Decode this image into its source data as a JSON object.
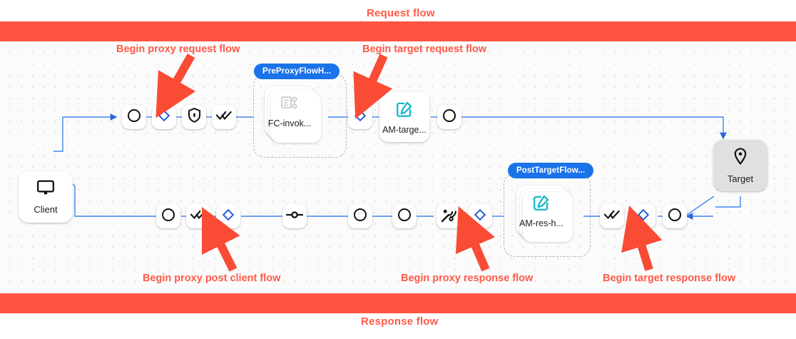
{
  "banners": {
    "request": {
      "label": "Request flow",
      "color": "#ff5a47"
    },
    "response": {
      "label": "Response flow",
      "color": "#ff5a47"
    }
  },
  "annotations": [
    {
      "id": "begin-proxy-request-flow",
      "label": "Begin proxy request flow"
    },
    {
      "id": "begin-target-request-flow",
      "label": "Begin target request flow"
    },
    {
      "id": "begin-proxy-post-client-flow",
      "label": "Begin proxy post client flow"
    },
    {
      "id": "begin-proxy-response-flow",
      "label": "Begin proxy response flow"
    },
    {
      "id": "begin-target-response-flow",
      "label": "Begin target response flow"
    }
  ],
  "endpoints": {
    "client": {
      "label": "Client",
      "icon": "monitor-icon"
    },
    "target": {
      "label": "Target",
      "icon": "location-pin-icon"
    }
  },
  "flow_groups": [
    {
      "id": "preproxyflowhook",
      "badge": "PreProxyFlowH...",
      "badge_color": "#1a73e8"
    },
    {
      "id": "posttargetflowhook",
      "badge": "PostTargetFlow...",
      "badge_color": "#1a73e8"
    }
  ],
  "request_row": {
    "steps": [
      {
        "id": "req-start",
        "icon": "circle-icon"
      },
      {
        "id": "req-proxy-flow-start",
        "icon": "blue-diamond-icon"
      },
      {
        "id": "req-security",
        "icon": "shield-lock-icon"
      },
      {
        "id": "req-verify",
        "icon": "double-check-icon"
      }
    ],
    "preproxy_policy": {
      "label": "FC-invok...",
      "icon": "flow-callout-icon"
    },
    "after_group": [
      {
        "id": "req-target-flow-start",
        "icon": "blue-diamond-icon"
      }
    ],
    "target_policy": {
      "label": "AM-targe...",
      "icon": "assign-message-icon",
      "icon_color": "#14b8c8"
    },
    "tail": [
      {
        "id": "req-target-end",
        "icon": "circle-icon"
      }
    ]
  },
  "response_row": {
    "left_steps": [
      {
        "id": "res-client-end",
        "icon": "circle-icon"
      },
      {
        "id": "res-verify",
        "icon": "double-check-icon"
      },
      {
        "id": "res-post-client-flow-start",
        "icon": "blue-diamond-icon"
      }
    ],
    "mid_steps": [
      {
        "id": "res-connector",
        "icon": "link-node-icon"
      },
      {
        "id": "res-circle-a",
        "icon": "circle-icon"
      },
      {
        "id": "res-circle-b",
        "icon": "circle-icon"
      },
      {
        "id": "res-broadcast",
        "icon": "broadcast-icon"
      },
      {
        "id": "res-proxy-flow-start",
        "icon": "blue-diamond-icon"
      }
    ],
    "posttarget_policy": {
      "label": "AM-res-h...",
      "icon": "assign-message-icon",
      "icon_color": "#14b8c8"
    },
    "right_steps": [
      {
        "id": "res-target-verify",
        "icon": "double-check-icon"
      },
      {
        "id": "res-target-flow-start",
        "icon": "blue-diamond-icon"
      },
      {
        "id": "res-target-start",
        "icon": "circle-icon"
      }
    ]
  },
  "colors": {
    "accent_red": "#ff5441",
    "edge_blue": "#4285f4",
    "diamond_blue": "#1a56d6",
    "badge_blue": "#1a73e8",
    "icon_teal": "#14b8c8"
  }
}
